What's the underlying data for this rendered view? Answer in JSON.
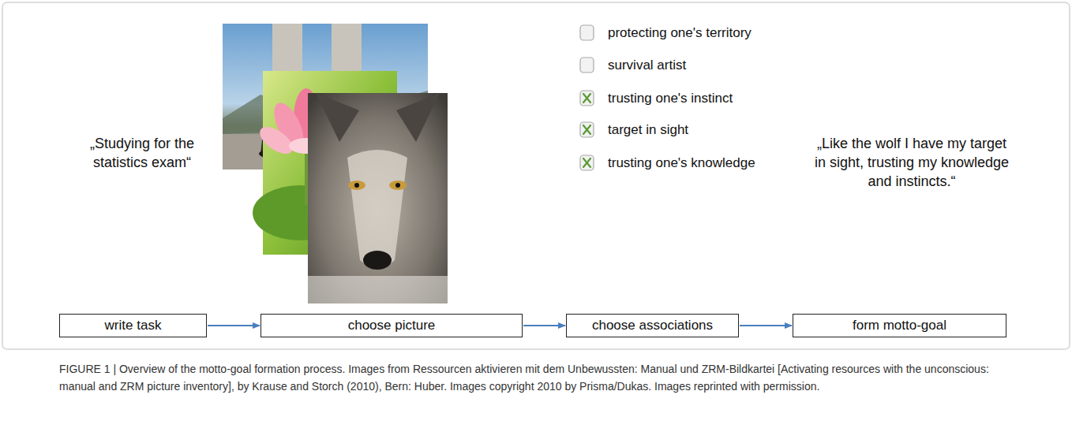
{
  "diagram": {
    "caption": "FIGURE 1 | Overview of the motto-goal formation process. Images from Ressourcen aktivieren mit dem Unbewussten: Manual und ZRM-Bildkartei [Activating resources with the unconscious: manual and ZRM picture inventory], by Krause and Storch (2010), Bern: Huber. Images copyright 2010 by Prisma/Dukas. Images reprinted with permission.",
    "nodes": [
      {
        "text": [
          "write task"
        ]
      },
      {
        "text": [
          "choose picture"
        ]
      },
      {
        "text": [
          "choose associations"
        ]
      },
      {
        "text": [
          "form motto-goal"
        ]
      }
    ],
    "edges": [
      {
        "from": 0,
        "to": 1,
        "arrow": "to"
      },
      {
        "from": 1,
        "to": 2,
        "arrow": "to"
      },
      {
        "from": 2,
        "to": 3,
        "arrow": "to"
      }
    ],
    "labels": [
      "„Studying for the statistics exam“",
      "protecting one's territory",
      "survival artist",
      "trusting one's instinct",
      "target in sight",
      "trusting one's knowledge",
      "„Like the wolf I have my target in sight, trusting my knowledge and instincts.“"
    ]
  }
}
